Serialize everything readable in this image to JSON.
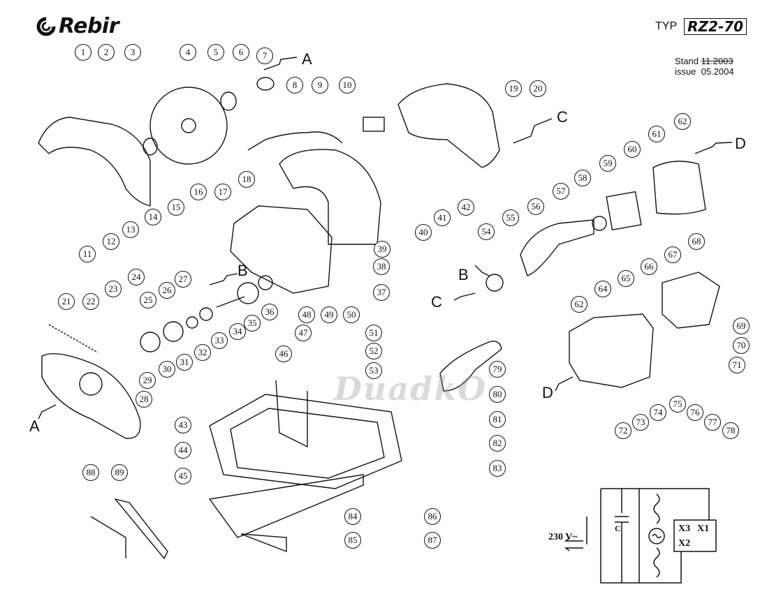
{
  "header": {
    "brand": "Rebir",
    "typ_label": "TYP",
    "model": "RZ2-70",
    "stand_label": "Stand",
    "stand_old": "11.2003",
    "issue_label": "issue",
    "issue_date": "05.2004"
  },
  "watermark": {
    "text": "DuadkO",
    "mark": "®"
  },
  "letters": [
    "A",
    "A",
    "B",
    "B",
    "C",
    "C",
    "D",
    "D"
  ],
  "parts": [
    "1",
    "2",
    "3",
    "4",
    "5",
    "6",
    "7",
    "8",
    "9",
    "10",
    "11",
    "12",
    "13",
    "14",
    "15",
    "16",
    "17",
    "18",
    "19",
    "20",
    "21",
    "22",
    "23",
    "24",
    "25",
    "26",
    "27",
    "28",
    "29",
    "30",
    "31",
    "32",
    "33",
    "34",
    "35",
    "36",
    "37",
    "38",
    "39",
    "40",
    "41",
    "42",
    "43",
    "44",
    "45",
    "46",
    "47",
    "48",
    "49",
    "50",
    "51",
    "52",
    "53",
    "54",
    "55",
    "56",
    "57",
    "58",
    "59",
    "60",
    "61",
    "62",
    "62",
    "64",
    "65",
    "66",
    "67",
    "68",
    "69",
    "70",
    "71",
    "72",
    "73",
    "74",
    "75",
    "76",
    "77",
    "78",
    "79",
    "80",
    "81",
    "82",
    "83",
    "84",
    "85",
    "86",
    "87",
    "88",
    "89"
  ],
  "wiring": {
    "voltage": "230 V~",
    "capacitor": "C",
    "terminal_x1": "X1",
    "terminal_x2": "X2",
    "terminal_x3": "X3"
  }
}
